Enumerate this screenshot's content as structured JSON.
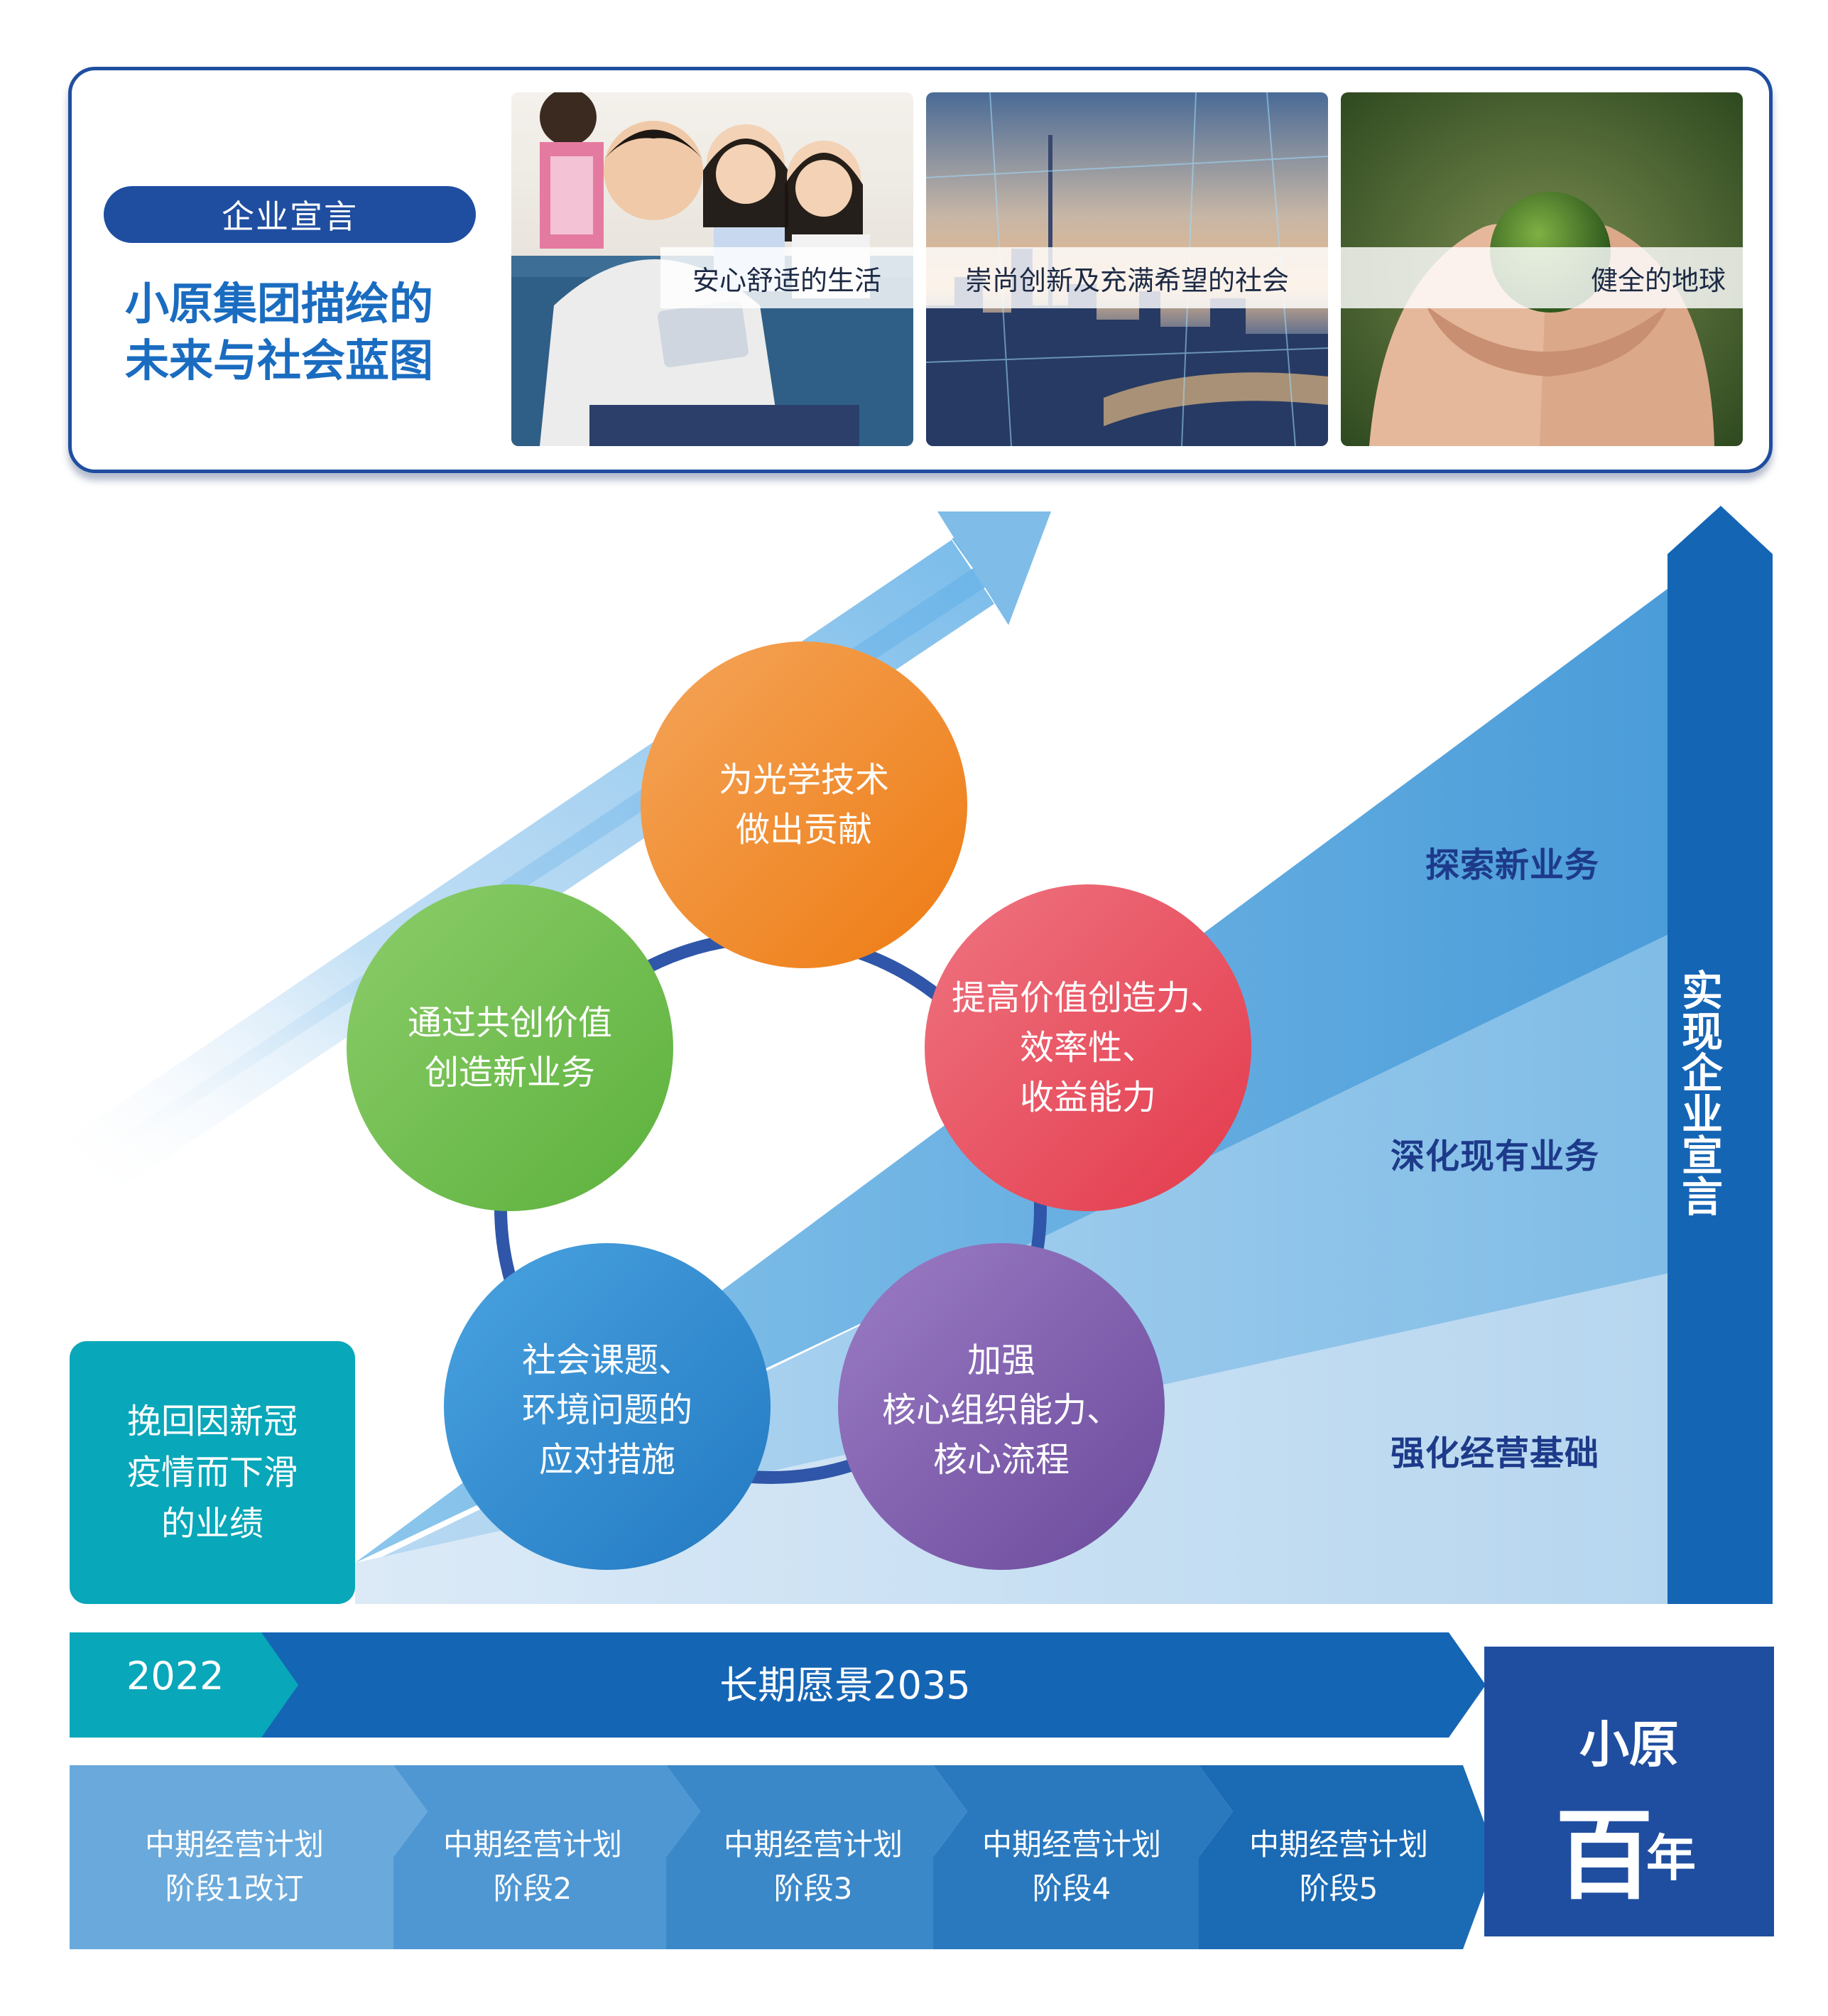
{
  "declaration": {
    "badge": "企业宣言",
    "title_line1": "小原集团描绘的",
    "title_line2": "未来与社会蓝图",
    "photos": [
      {
        "caption": "安心舒适的生活",
        "icon": "family-tablet-photo"
      },
      {
        "caption": "崇尚创新及充满希望的社会",
        "icon": "city-network-photo"
      },
      {
        "caption": "健全的地球",
        "icon": "hands-holding-moss-globe-photo"
      }
    ]
  },
  "growth": {
    "vertical_label": "实现企业宣言",
    "zones": [
      "探索新业务",
      "深化现有业务",
      "强化经营基础"
    ],
    "recovery_box": "挽回因新冠\n疫情而下滑\n的业绩"
  },
  "cycle": [
    {
      "text": "为光学技术\n做出贡献",
      "color": "#f08a24"
    },
    {
      "text": "提高价值创造力、\n效率性、\n收益能力",
      "color": "#e94656"
    },
    {
      "text": "加强\n核心组织能力、\n核心流程",
      "color": "#7b5aa9"
    },
    {
      "text": "社会课题、\n环境问题的\n应对措施",
      "color": "#2f8bd0"
    },
    {
      "text": "通过共创价值\n创造新业务",
      "color": "#6dbe4a"
    }
  ],
  "timeline": {
    "start_year": "2022",
    "vision": "长期愿景2035",
    "phases": [
      "中期经营计划\n阶段1改订",
      "中期经营计划\n阶段2",
      "中期经营计划\n阶段3",
      "中期经营计划\n阶段4",
      "中期经营计划\n阶段5"
    ],
    "centennial_line1": "小原",
    "centennial_big": "百",
    "centennial_small": "年"
  },
  "colors": {
    "navy": "#1f4ea0",
    "teal": "#08a7b9",
    "blue": "#1565b5"
  }
}
